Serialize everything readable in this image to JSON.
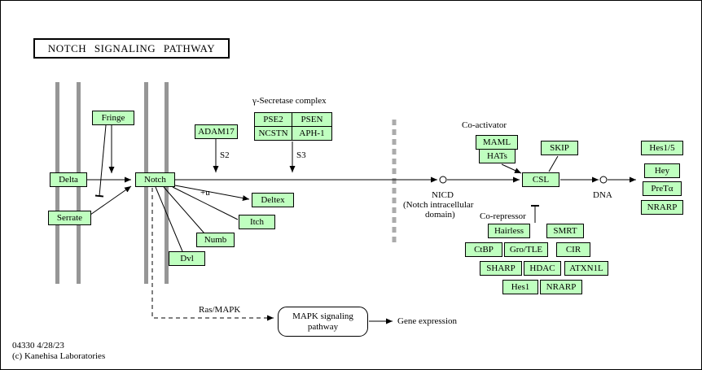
{
  "title": "NOTCH  SIGNALING  PATHWAY",
  "nodes": {
    "fringe": "Fringe",
    "delta": "Delta",
    "serrate": "Serrate",
    "notch": "Notch",
    "adam17": "ADAM17",
    "pse2": "PSE2",
    "psen": "PSEN",
    "ncstn": "NCSTN",
    "aph1": "APH-1",
    "deltex": "Deltex",
    "itch": "Itch",
    "numb": "Numb",
    "dvl": "Dvl",
    "maml": "MAML",
    "hats": "HATs",
    "skip": "SKIP",
    "csl": "CSL",
    "hes15": "Hes1/5",
    "hey": "Hey",
    "preta": "PreTα",
    "nrarp_right": "NRARP",
    "hairless": "Hairless",
    "smrt": "SMRT",
    "ctbp": "CtBP",
    "grotle": "Gro/TLE",
    "cir": "CIR",
    "sharp": "SHARP",
    "hdac": "HDAC",
    "atxn1l": "ATXN1L",
    "hes1": "Hes1",
    "nrarp_bottom": "NRARP"
  },
  "labels": {
    "gamma_secretase": "γ-Secretase complex",
    "s2": "S2",
    "s3": "S3",
    "plus_u": "+u",
    "nicd": "NICD",
    "nicd_sub1": "(Notch intracellular",
    "nicd_sub2": "domain)",
    "coactivator": "Co-activator",
    "corepressor": "Co-repressor",
    "dna": "DNA",
    "ras_mapk": "Ras/MAPK",
    "gene_expression": "Gene expression",
    "mapk_box_line1": "MAPK signaling",
    "mapk_box_line2": "pathway"
  },
  "footer": {
    "map_id": "04330 4/28/23",
    "copyright": "(c) Kanehisa Laboratories"
  },
  "colors": {
    "node_fill": "#BFFFBF",
    "node_border": "#000000",
    "membrane_gray": "#969696",
    "nuclear_membrane_gray": "#ABABAB"
  }
}
